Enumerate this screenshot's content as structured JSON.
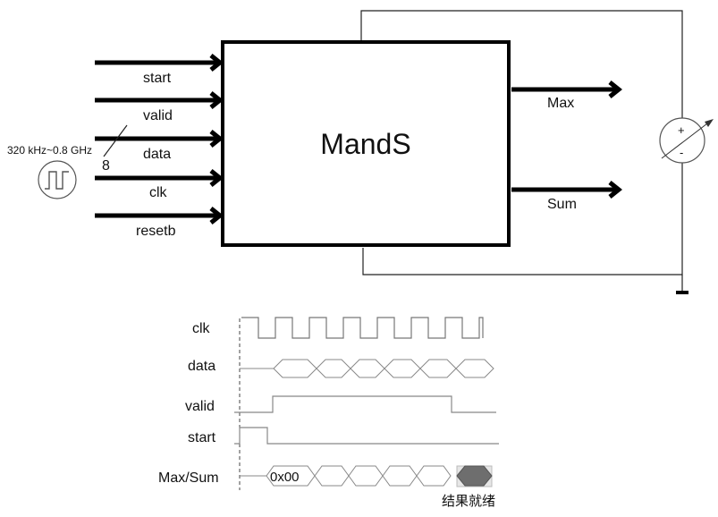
{
  "block": {
    "title": "MandS",
    "inputs": [
      "start",
      "valid",
      "data",
      "clk",
      "resetb"
    ],
    "outputs": [
      "Max",
      "Sum"
    ],
    "bus_width": "8",
    "clock_source": {
      "frequency_label": "320 kHz~0.8 GHz",
      "icon": "square-wave-source-icon"
    },
    "meter": {
      "plus": "+",
      "minus": "-",
      "icon": "variable-voltage-source-icon"
    },
    "ground_icon": "ground-icon"
  },
  "timing": {
    "signals": [
      "clk",
      "data",
      "valid",
      "start",
      "Max/Sum"
    ],
    "initial_value": "0x00",
    "result_label": "结果就绪",
    "result_color": "#6e6e6e"
  }
}
